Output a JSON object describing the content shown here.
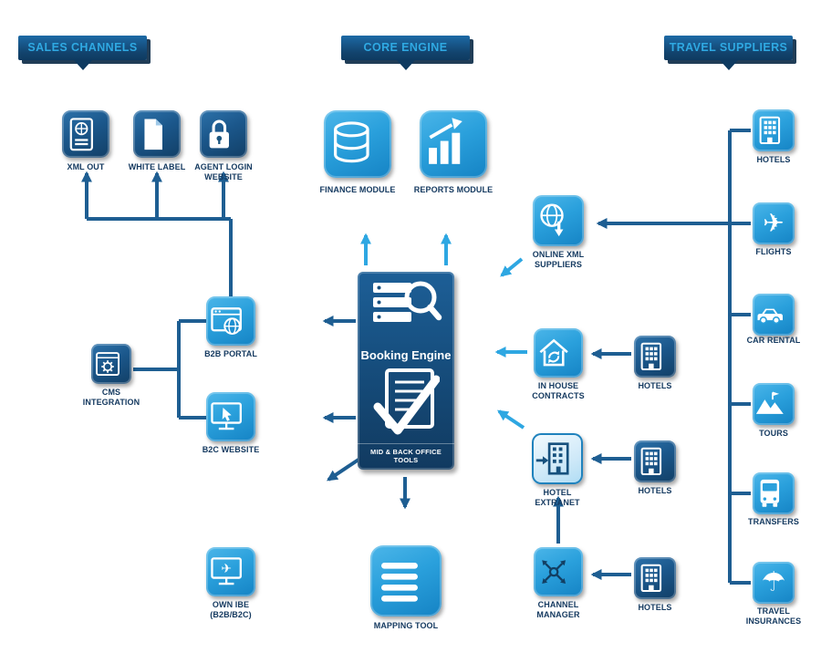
{
  "colors": {
    "tile_navy": "#17517e",
    "tile_azure": "#2aa2e0",
    "banner_bg": "#12436d",
    "banner_text": "#2fa9e3",
    "label_text": "#153a60",
    "arrow_navy": "#1e5e92",
    "arrow_azure": "#2ea7e2"
  },
  "headers": {
    "sales": "SALES CHANNELS",
    "core": "CORE ENGINE",
    "travel": "TRAVEL SUPPLIERS"
  },
  "nodes": {
    "xml_out": "XML OUT",
    "white_label": "WHITE LABEL",
    "agent_login": "AGENT LOGIN\nWEBSITE",
    "finance": "FINANCE MODULE",
    "reports": "REPORTS MODULE",
    "online_xml": "ONLINE XML\nSUPPLIERS",
    "b2b_portal": "B2B PORTAL",
    "cms": "CMS\nINTEGRATION",
    "b2c_website": "B2C WEBSITE",
    "in_house": "IN HOUSE\nCONTRACTS",
    "hotel_extranet": "HOTEL\nEXTRANET",
    "channel_manager": "CHANNEL\nMANAGER",
    "hotels_mid_top": "HOTELS",
    "hotels_mid_center": "HOTELS",
    "hotels_mid_bottom": "HOTELS",
    "own_ibe": "OWN IBE\n(B2B/B2C)",
    "mapping_tool": "MAPPING TOOL"
  },
  "engine": {
    "title": "Booking Engine",
    "caption": "MID & BACK OFFICE TOOLS"
  },
  "suppliers": {
    "hotels": "HOTELS",
    "flights": "FLIGHTS",
    "car_rental": "CAR RENTAL",
    "tours": "TOURS",
    "transfers": "TRANSFERS",
    "insurances": "TRAVEL\nINSURANCES"
  }
}
